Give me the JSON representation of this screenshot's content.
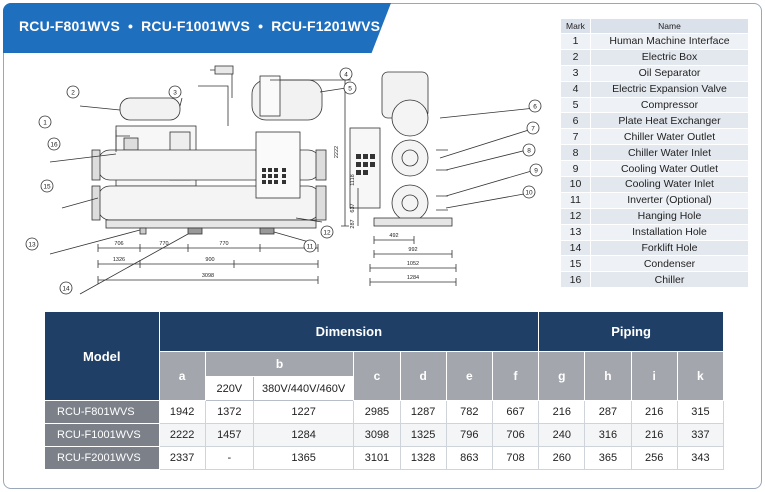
{
  "banner": {
    "models": [
      "RCU-F801WVS",
      "RCU-F1001WVS",
      "RCU-F1201WVS"
    ],
    "separator": "•"
  },
  "legend": {
    "header_mark": "Mark",
    "header_name": "Name",
    "items": [
      {
        "mark": "1",
        "name": "Human Machine Interface"
      },
      {
        "mark": "2",
        "name": "Electric Box"
      },
      {
        "mark": "3",
        "name": "Oil Separator"
      },
      {
        "mark": "4",
        "name": "Electric Expansion Valve"
      },
      {
        "mark": "5",
        "name": "Compressor"
      },
      {
        "mark": "6",
        "name": "Plate Heat Exchanger"
      },
      {
        "mark": "7",
        "name": "Chiller Water Outlet"
      },
      {
        "mark": "8",
        "name": "Chiller Water Inlet"
      },
      {
        "mark": "9",
        "name": "Cooling Water Outlet"
      },
      {
        "mark": "10",
        "name": "Cooling Water Inlet"
      },
      {
        "mark": "11",
        "name": "Inverter (Optional)"
      },
      {
        "mark": "12",
        "name": "Hanging Hole"
      },
      {
        "mark": "13",
        "name": "Installation Hole"
      },
      {
        "mark": "14",
        "name": "Forklift Hole"
      },
      {
        "mark": "15",
        "name": "Condenser"
      },
      {
        "mark": "16",
        "name": "Chiller"
      }
    ]
  },
  "drawing": {
    "front_dims": {
      "d1": "706",
      "d2": "770",
      "d3": "770",
      "d4": "1326",
      "d5": "900",
      "total": "3098"
    },
    "side_dims": {
      "d1": "492",
      "d2": "992",
      "d3": "1052",
      "total": "1284"
    },
    "vertical_dims": {
      "h1": "2222",
      "h2": "1118",
      "h3": "637",
      "h4": "287"
    },
    "callouts": [
      "1",
      "2",
      "3",
      "4",
      "5",
      "6",
      "7",
      "8",
      "9",
      "10",
      "11",
      "12",
      "13",
      "14",
      "15",
      "16"
    ]
  },
  "table": {
    "model_header": "Model",
    "dimension_header": "Dimension",
    "piping_header": "Piping",
    "columns": [
      "a",
      "b",
      "c",
      "d",
      "e",
      "f",
      "g",
      "h",
      "i",
      "k"
    ],
    "b_sub": [
      "220V",
      "380V/440V/460V"
    ],
    "rows": [
      {
        "model": "RCU-F801WVS",
        "a": "1942",
        "b1": "1372",
        "b2": "1227",
        "c": "2985",
        "d": "1287",
        "e": "782",
        "f": "667",
        "g": "216",
        "h": "287",
        "i": "216",
        "k": "315"
      },
      {
        "model": "RCU-F1001WVS",
        "a": "2222",
        "b1": "1457",
        "b2": "1284",
        "c": "3098",
        "d": "1325",
        "e": "796",
        "f": "706",
        "g": "240",
        "h": "316",
        "i": "216",
        "k": "337"
      },
      {
        "model": "RCU-F2001WVS",
        "a": "2337",
        "b1": "-",
        "b2": "1365",
        "c": "3101",
        "d": "1328",
        "e": "863",
        "f": "708",
        "g": "260",
        "h": "365",
        "i": "256",
        "k": "343"
      }
    ]
  }
}
